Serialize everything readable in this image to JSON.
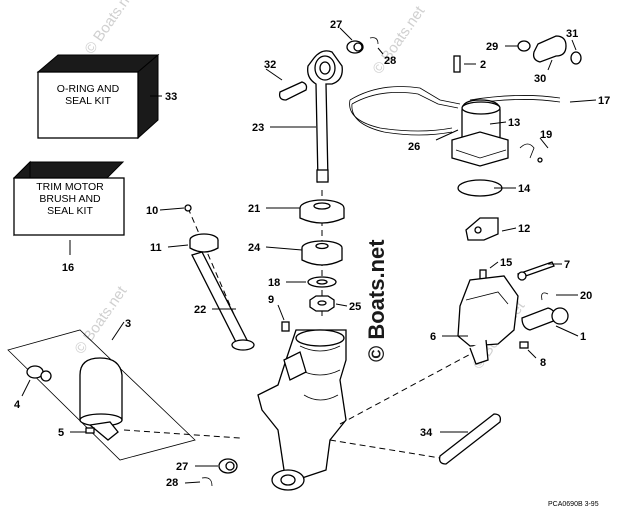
{
  "kits": {
    "oring_seal": {
      "lines": [
        "O-RING AND",
        "SEAL KIT"
      ],
      "callout": "33"
    },
    "trim_motor": {
      "lines": [
        "TRIM MOTOR",
        "BRUSH AND",
        "SEAL KIT"
      ],
      "callout": "16"
    }
  },
  "callouts": [
    "1",
    "2",
    "3",
    "4",
    "5",
    "6",
    "7",
    "8",
    "9",
    "10",
    "11",
    "12",
    "13",
    "14",
    "15",
    "17",
    "18",
    "19",
    "20",
    "21",
    "22",
    "23",
    "24",
    "25",
    "26",
    "27",
    "28",
    "29",
    "30",
    "31",
    "32",
    "34"
  ],
  "callouts_repeat": {
    "c27b": "27",
    "c28b": "28"
  },
  "watermark": {
    "text": "© Boats.net",
    "vertical": "© Boats.net"
  },
  "footer": {
    "code": "PCA0690B  3-95"
  }
}
